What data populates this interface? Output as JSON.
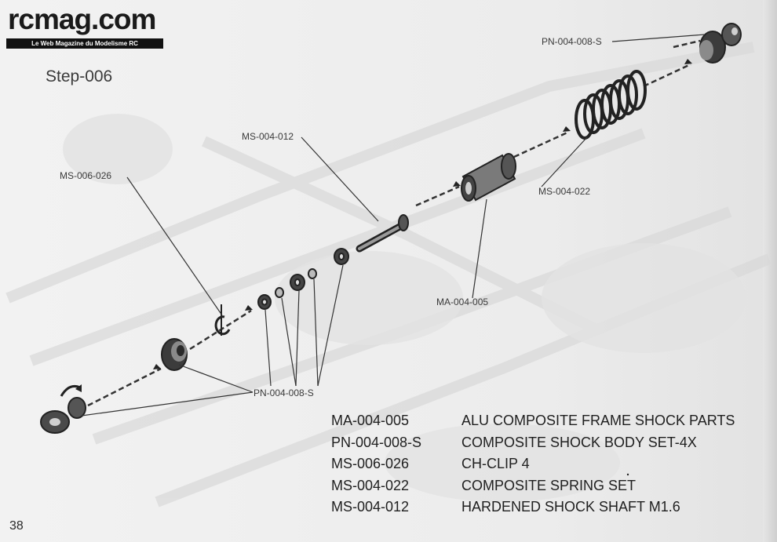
{
  "logo": {
    "name": "rcmag.com",
    "tagline": "Le Web Magazine du Modelisme RC"
  },
  "step_title": "Step-006",
  "callouts": {
    "pn_top": "PN-004-008-S",
    "ms_004_012": "MS-004-012",
    "ms_006_026": "MS-006-026",
    "ms_004_022": "MS-004-022",
    "ma_004_005": "MA-004-005",
    "pn_bottom": "PN-004-008-S"
  },
  "parts_list": [
    {
      "code": "MA-004-005",
      "desc": "ALU COMPOSITE FRAME SHOCK PARTS"
    },
    {
      "code": "PN-004-008-S",
      "desc": "COMPOSITE SHOCK BODY SET-4X"
    },
    {
      "code": "MS-006-026",
      "desc": "CH-CLIP 4"
    },
    {
      "code": "MS-004-022",
      "desc": "COMPOSITE SPRING SET"
    },
    {
      "code": "MS-004-012",
      "desc": "HARDENED SHOCK SHAFT M1.6"
    }
  ],
  "page_number": "38",
  "colors": {
    "paper": "#eeeeee",
    "ink": "#2a2a2a",
    "part_dark": "#3a3a3a"
  }
}
